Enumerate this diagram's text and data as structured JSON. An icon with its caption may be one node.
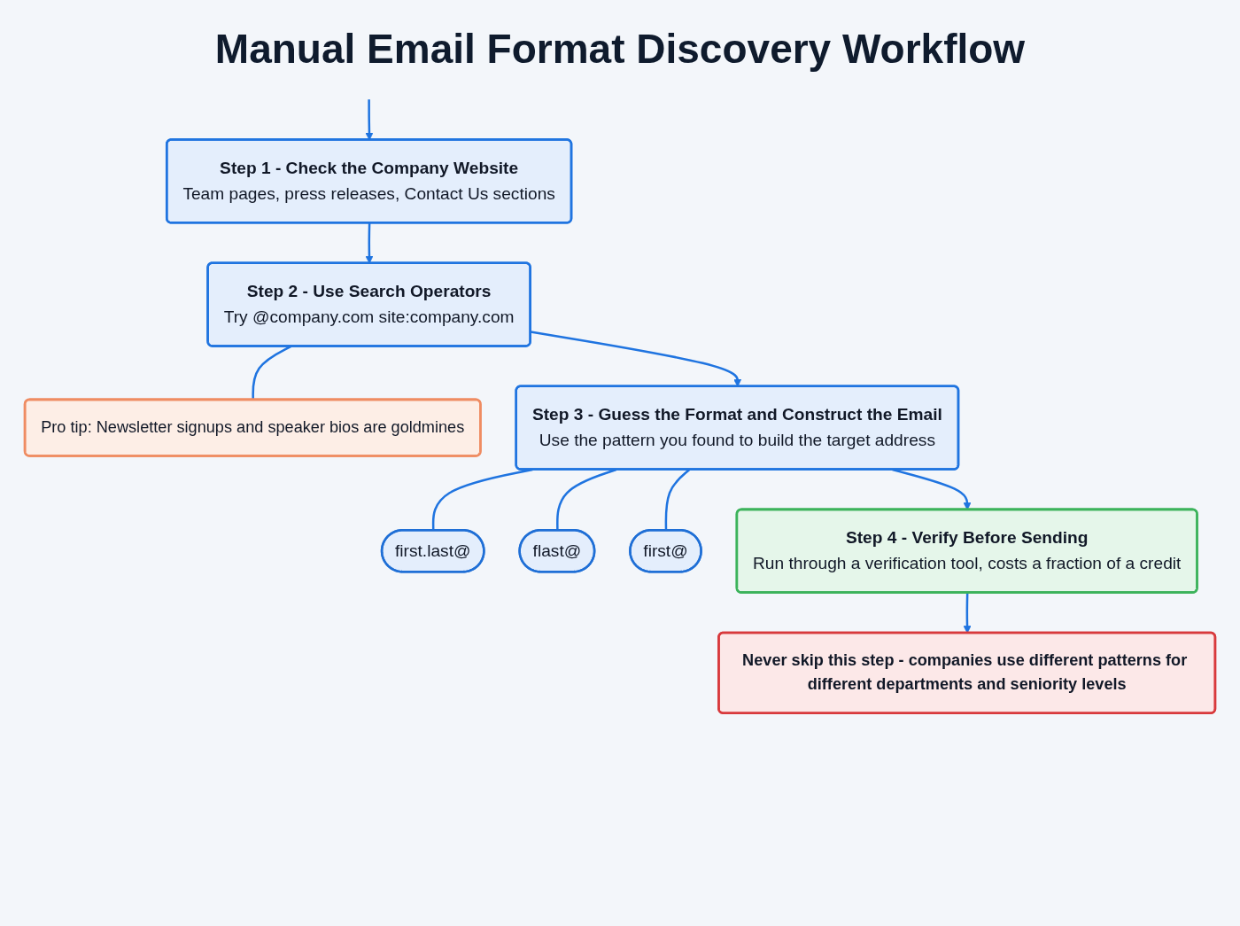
{
  "diagram": {
    "title": "Manual Email Format Discovery Workflow",
    "nodes": [
      {
        "text": [
          "Step 1 - Check the Company Website",
          "Team pages, press releases, Contact Us sections"
        ]
      },
      {
        "text": [
          "Step 2 - Use Search Operators",
          "Try @company.com site:company.com"
        ]
      },
      {
        "text": [
          "Pro tip: Newsletter signups and speaker bios are goldmines"
        ]
      },
      {
        "text": [
          "Step 3 - Guess the Format and Construct the Email",
          "Use the pattern you found to build the target address"
        ]
      },
      {
        "text": [
          "first.last@"
        ]
      },
      {
        "text": [
          "flast@"
        ]
      },
      {
        "text": [
          "first@"
        ]
      },
      {
        "text": [
          "Step 4 - Verify Before Sending",
          "Run through a verification tool, costs a fraction of a credit"
        ]
      },
      {
        "text": [
          "Never skip this step - companies use different patterns for different departments and seniority levels"
        ]
      }
    ],
    "edges": [
      {
        "from": null,
        "to": 0,
        "arrow": "to"
      },
      {
        "from": 0,
        "to": 1,
        "arrow": "to"
      },
      {
        "from": 1,
        "to": 2,
        "arrow": "none"
      },
      {
        "from": 1,
        "to": 3,
        "arrow": "to"
      },
      {
        "from": 3,
        "to": 4,
        "arrow": "none"
      },
      {
        "from": 3,
        "to": 5,
        "arrow": "none"
      },
      {
        "from": 3,
        "to": 6,
        "arrow": "none"
      },
      {
        "from": 3,
        "to": 7,
        "arrow": "to"
      },
      {
        "from": 7,
        "to": 8,
        "arrow": "to"
      }
    ]
  }
}
